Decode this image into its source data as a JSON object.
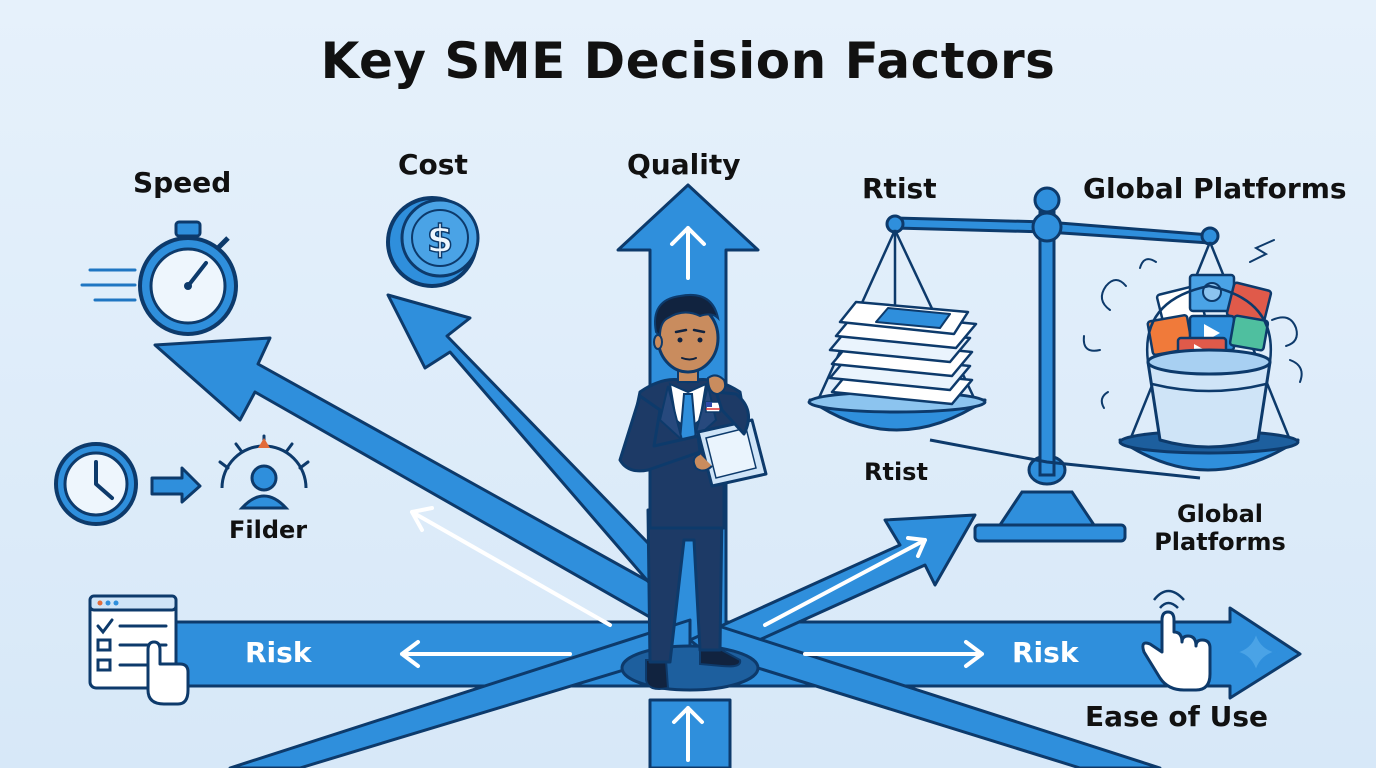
{
  "title": "Key SME Decision Factors",
  "labels": {
    "speed": "Speed",
    "cost": "Cost",
    "quality": "Quality",
    "rtist_top": "Rtist",
    "global_platforms_top": "Global Platforms",
    "rtist_mid": "Rtist",
    "global_platforms_bottom_line1": "Global",
    "global_platforms_bottom_line2": "Platforms",
    "filder": "Filder",
    "risk_left": "Risk",
    "risk_right": "Risk",
    "ease_of_use": "Ease of Use"
  },
  "icons": {
    "stopwatch": "stopwatch-icon",
    "coin": "dollar-coin-icon",
    "clock": "clock-icon",
    "gauge_person": "gauge-person-icon",
    "checklist": "checklist-icon",
    "hand_pointer": "hand-pointer-icon",
    "scale": "balance-scale-icon",
    "bucket": "media-bucket-icon",
    "papers": "document-stack-icon",
    "sparkle": "sparkle-icon"
  },
  "colors": {
    "background": "#e6f1fb",
    "arrow_fill": "#2f8fdc",
    "outline": "#0d3a6b",
    "suit": "#1d3a66",
    "text": "#111111"
  }
}
